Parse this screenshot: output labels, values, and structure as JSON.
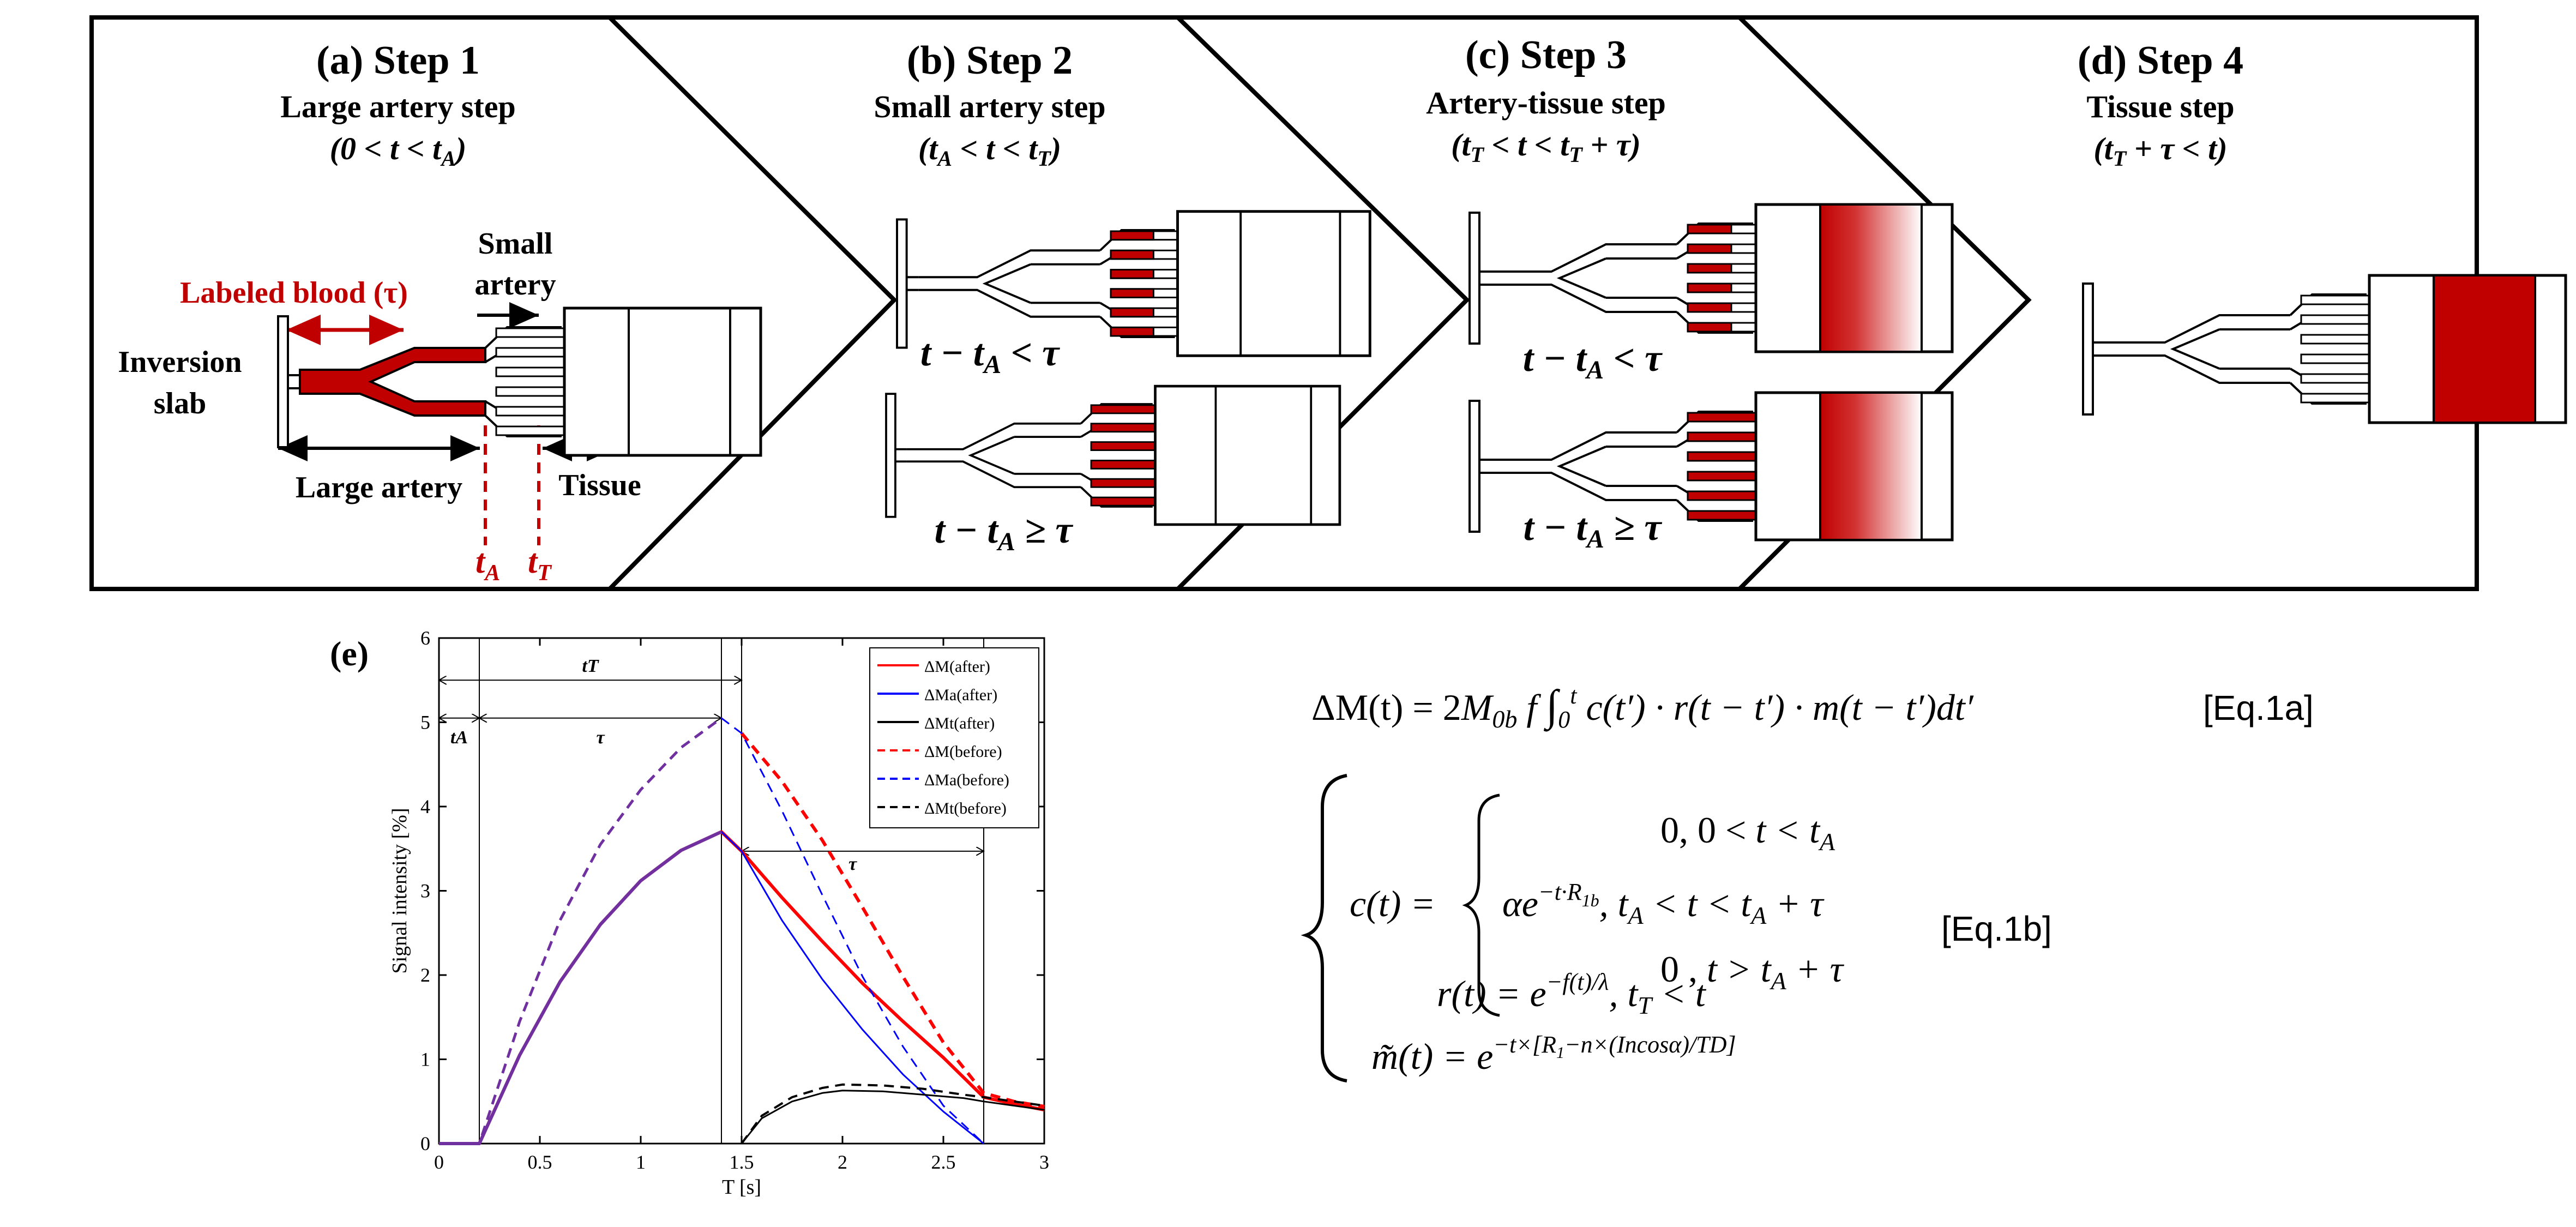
{
  "steps": [
    {
      "title": "(a) Step 1",
      "subtitle": "Large artery step",
      "time": "(0 < t < tA)"
    },
    {
      "title": "(b) Step 2",
      "subtitle": "Small artery step",
      "time": "(tA < t < tT)",
      "cond_top": "t − tA < τ",
      "cond_bottom": "t − tA ≥ τ"
    },
    {
      "title": "(c) Step 3",
      "subtitle": "Artery-tissue step",
      "time": "(tT < t < tT + τ)",
      "cond_top": "t − tA < τ",
      "cond_bottom": "t − tA ≥ τ"
    },
    {
      "title": "(d) Step 4",
      "subtitle": "Tissue step",
      "time": "(tT + τ < t)"
    }
  ],
  "step1_labels": {
    "labeled_blood": "Labeled blood (τ)",
    "small_artery_1": "Small",
    "small_artery_2": "artery",
    "inversion_1": "Inversion",
    "inversion_2": "slab",
    "large_artery": "Large artery",
    "tissue": "Tissue",
    "t_a": "tA",
    "t_t": "tT"
  },
  "colors": {
    "labeled_red": "#c00000",
    "after_red": "#ff0000",
    "after_blue": "#0000ff",
    "after_black": "#000000",
    "purple": "#7030a0"
  },
  "panel_e": {
    "label": "(e)"
  },
  "chart_data": {
    "type": "line",
    "xlabel": "T [s]",
    "ylabel": "Signal intensity [%]",
    "xlim": [
      0,
      3
    ],
    "ylim": [
      0,
      6
    ],
    "xticks": [
      "0",
      "0.5",
      "1",
      "1.5",
      "2",
      "2.5",
      "3"
    ],
    "yticks": [
      "0",
      "1",
      "2",
      "3",
      "4",
      "5",
      "6"
    ],
    "legend_position": "top-right",
    "legend": [
      "ΔM(after)",
      "ΔMa(after)",
      "ΔMt(after)",
      "ΔM(before)",
      "ΔMa(before)",
      "ΔMt(before)"
    ],
    "annotations": {
      "tA": "tA",
      "tT": "tT",
      "tau": "τ"
    },
    "markers": {
      "tA": 0.2,
      "tA_plus_tau": 1.4,
      "tT": 1.5,
      "tT_plus_tau": 2.7
    },
    "series": [
      {
        "name": "ΔM(after)",
        "style": "solid",
        "color": "#ff0000",
        "x": [
          0,
          0.2,
          0.4,
          0.6,
          0.8,
          1.0,
          1.2,
          1.4,
          1.5,
          1.7,
          1.9,
          2.1,
          2.3,
          2.5,
          2.7,
          2.85,
          3.0
        ],
        "y": [
          0,
          0,
          1.05,
          1.92,
          2.6,
          3.12,
          3.48,
          3.7,
          3.47,
          2.92,
          2.4,
          1.9,
          1.45,
          1.02,
          0.55,
          0.47,
          0.4
        ]
      },
      {
        "name": "ΔMa(after)",
        "style": "solid",
        "color": "#0000ff",
        "x": [
          0,
          0.2,
          0.4,
          0.6,
          0.8,
          1.0,
          1.2,
          1.4,
          1.5,
          1.7,
          1.9,
          2.1,
          2.3,
          2.5,
          2.7
        ],
        "y": [
          0,
          0,
          1.05,
          1.92,
          2.6,
          3.12,
          3.48,
          3.7,
          3.47,
          2.65,
          1.95,
          1.35,
          0.82,
          0.38,
          0
        ]
      },
      {
        "name": "ΔMt(after)",
        "style": "solid",
        "color": "#000000",
        "x": [
          1.5,
          1.6,
          1.75,
          1.9,
          2.0,
          2.2,
          2.4,
          2.6,
          2.7,
          2.85,
          3.0
        ],
        "y": [
          0,
          0.3,
          0.5,
          0.6,
          0.63,
          0.62,
          0.58,
          0.54,
          0.5,
          0.45,
          0.4
        ]
      },
      {
        "name": "ΔM(before)",
        "style": "dashed",
        "color": "#ff0000",
        "x": [
          1.5,
          1.7,
          1.9,
          2.1,
          2.3,
          2.5,
          2.7,
          2.85,
          3.0
        ],
        "y": [
          4.87,
          4.3,
          3.6,
          2.8,
          1.98,
          1.2,
          0.6,
          0.5,
          0.44
        ]
      },
      {
        "name": "ΔMa(before)",
        "style": "dashed",
        "color": "#0000ff",
        "x": [
          0,
          0.2,
          0.4,
          0.6,
          0.8,
          1.0,
          1.2,
          1.4,
          1.5,
          1.7,
          1.9,
          2.1,
          2.3,
          2.5,
          2.7
        ],
        "y": [
          0,
          0,
          1.45,
          2.65,
          3.55,
          4.2,
          4.7,
          5.05,
          4.87,
          3.95,
          2.95,
          1.98,
          1.15,
          0.45,
          0
        ]
      },
      {
        "name": "ΔMt(before)",
        "style": "dashed",
        "color": "#000000",
        "x": [
          1.5,
          1.6,
          1.75,
          1.9,
          2.0,
          2.2,
          2.4,
          2.6,
          2.7,
          2.85,
          3.0
        ],
        "y": [
          0,
          0.33,
          0.55,
          0.66,
          0.7,
          0.69,
          0.65,
          0.58,
          0.55,
          0.5,
          0.45
        ]
      }
    ]
  },
  "equations": {
    "eq1a": "ΔM(t) = 2M0b f ∫0t c(t′) · r(t − t′) · m(t − t′)dt′",
    "eq1a_tag": "[Eq.1a]",
    "c_lhs": "c(t) =",
    "c_case1": "0,  0 < t < tA",
    "c_case2": "αe−t·R1b,  tA < t < tA + τ",
    "c_case3": "0 ,  t > tA + τ",
    "r_eq": "r(t) =  e−f(t)/λ,  tT < t",
    "m_eq": "m̃(t) = e−t×[R1−n×(Incosα)/TD]",
    "eq1b_tag": "[Eq.1b]"
  }
}
